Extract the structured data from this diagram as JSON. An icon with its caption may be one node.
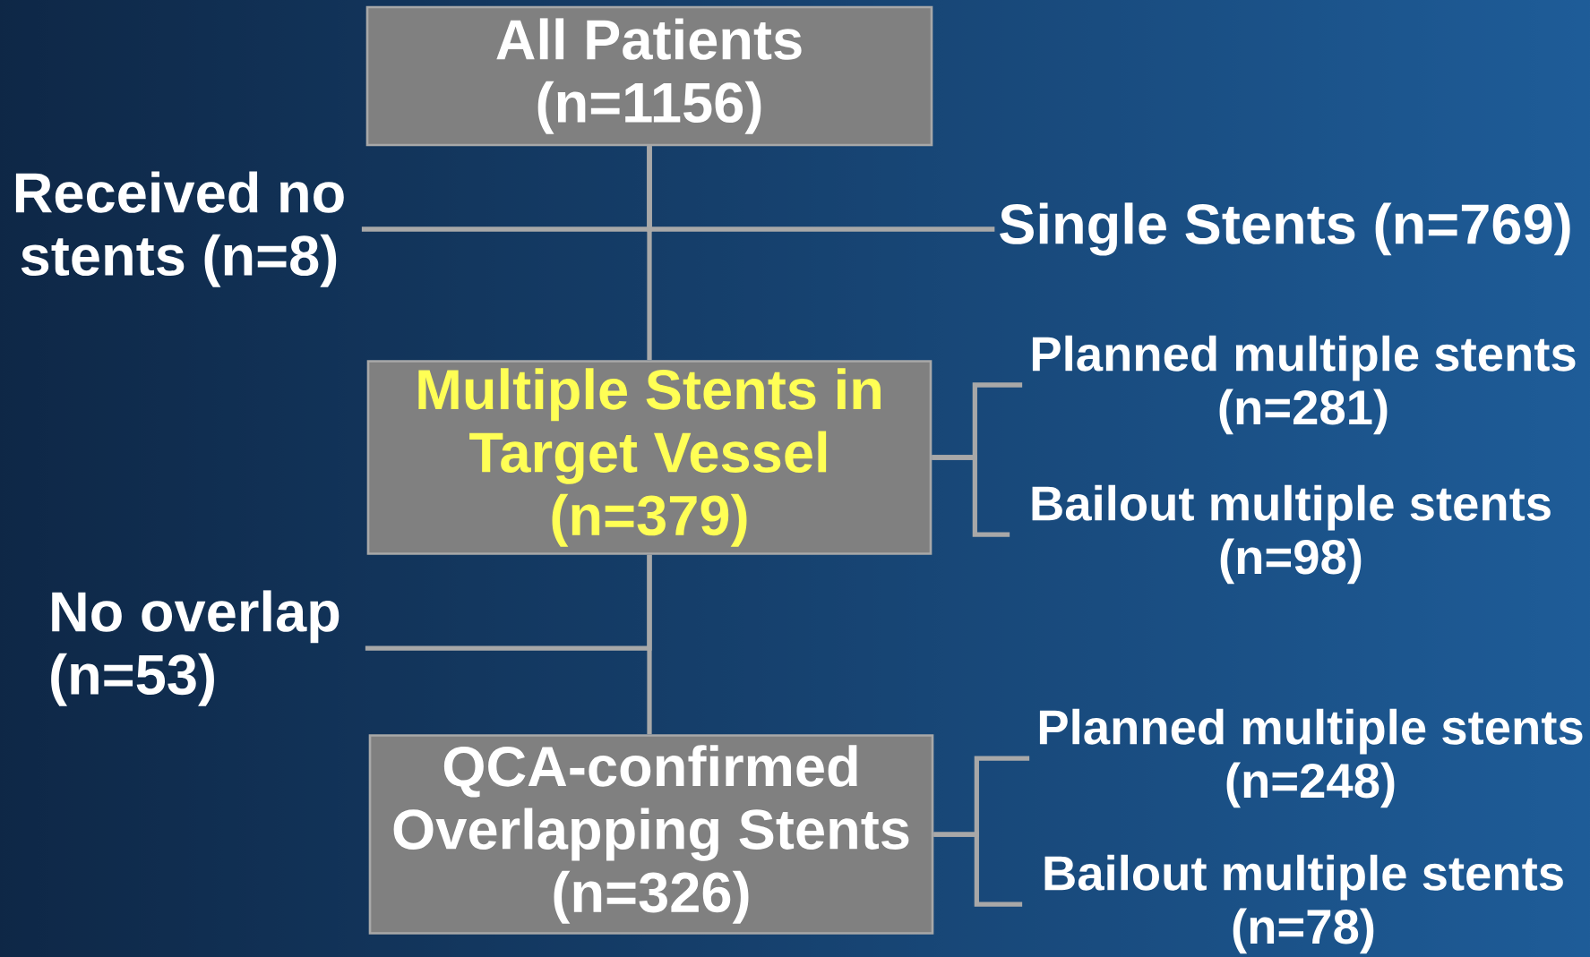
{
  "diagram": {
    "nodes": [
      {
        "text": [
          "All Patients (n=1156)"
        ]
      },
      {
        "text": [
          "Received no stents (n=8)"
        ]
      },
      {
        "text": [
          "Single Stents (n=769)"
        ]
      },
      {
        "text": [
          "Multiple Stents in Target Vessel (n=379)"
        ]
      },
      {
        "text": [
          "Planned multiple stents (n=281)"
        ]
      },
      {
        "text": [
          "Bailout multiple stents (n=98)"
        ]
      },
      {
        "text": [
          "No overlap (n=53)"
        ]
      },
      {
        "text": [
          "QCA-confirmed Overlapping Stents (n=326)"
        ]
      },
      {
        "text": [
          "Planned multiple stents (n=248)"
        ]
      },
      {
        "text": [
          "Bailout multiple stents (n=78)"
        ]
      }
    ],
    "edges": [
      {
        "from": 0,
        "to": 3,
        "arrow": "none"
      },
      {
        "from": 0,
        "to": 1,
        "arrow": "none"
      },
      {
        "from": 0,
        "to": 2,
        "arrow": "none"
      },
      {
        "from": 3,
        "to": 7,
        "arrow": "none"
      },
      {
        "from": 3,
        "to": 6,
        "arrow": "none"
      },
      {
        "from": 3,
        "to": 4,
        "arrow": "none"
      },
      {
        "from": 3,
        "to": 5,
        "arrow": "none"
      },
      {
        "from": 7,
        "to": 8,
        "arrow": "none"
      },
      {
        "from": 7,
        "to": 9,
        "arrow": "none"
      }
    ]
  }
}
